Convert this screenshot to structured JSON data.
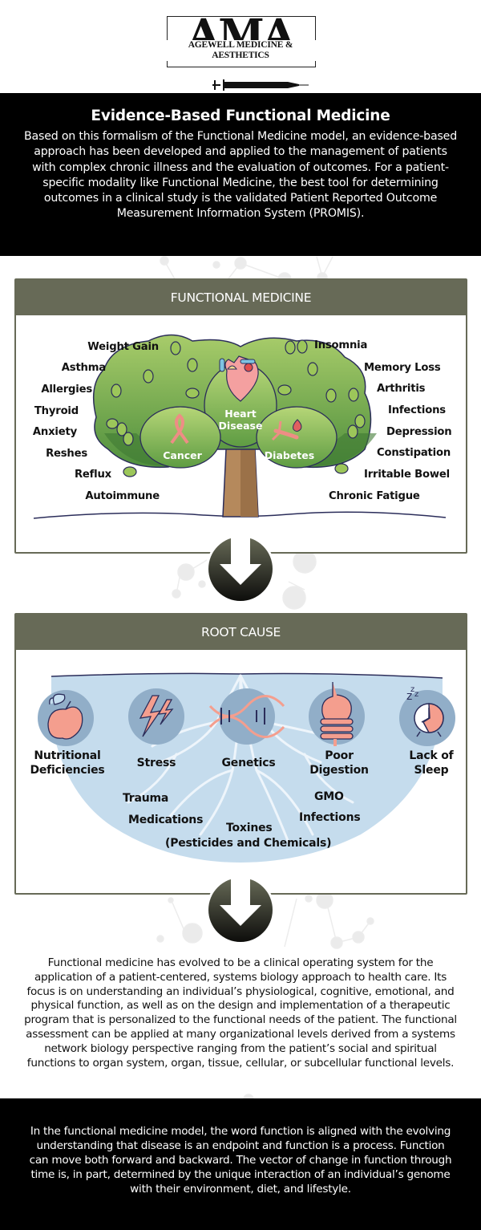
{
  "logo": {
    "letters": "AMA",
    "name": "AGEWELL MEDICINE & AESTHETICS",
    "icon": "syringe-icon"
  },
  "hero": {
    "title": "Evidence-Based Functional Medicine",
    "body": "Based on this formalism of the Functional Medicine model, an evidence-based approach has been developed and applied to the management of patients with complex chronic illness and the evaluation of outcomes. For a patient-specific modality like Functional Medicine, the best tool for determining outcomes in a clinical study is the validated Patient Reported Outcome Measurement Information System (PROMIS)."
  },
  "functional_medicine": {
    "heading": "FUNCTIONAL MEDICINE",
    "tree_labels": {
      "heart": "Heart\nDisease",
      "cancer": "Cancer",
      "diabetes": "Diabetes"
    },
    "left_symptoms": [
      "Weight Gain",
      "Asthma",
      "Allergies",
      "Thyroid",
      "Anxiety",
      "Reshes",
      "Reflux",
      "Autoimmune"
    ],
    "right_symptoms": [
      "Insomnia",
      "Memory Loss",
      "Arthritis",
      "Infections",
      "Depression",
      "Constipation",
      "Irritable Bowel",
      "Chronic Fatigue"
    ]
  },
  "root_cause": {
    "heading": "ROOT CAUSE",
    "causes": [
      {
        "label": "Nutritional\nDeficiencies",
        "icon": "apple-icon"
      },
      {
        "label": "Stress",
        "icon": "lightning-icon"
      },
      {
        "label": "Genetics",
        "icon": "dna-icon"
      },
      {
        "label": "Poor\nDigestion",
        "icon": "stomach-icon"
      },
      {
        "label": "Lack of\nSleep",
        "icon": "alarm-clock-icon"
      }
    ],
    "root_labels": {
      "trauma": "Trauma",
      "medications": "Medications",
      "toxines": "Toxines",
      "toxines_detail": "(Pesticides and Chemicals)",
      "gmo": "GMO",
      "infections": "Infections"
    }
  },
  "arrows": {
    "icon": "arrow-down-icon"
  },
  "body_text": "Functional medicine has evolved to be a clinical operating system for the application of a patient-centered, systems biology approach to health care. Its focus is on understanding an individual’s physiological, cognitive, emotional, and physical function, as well as on the design and implementation of a therapeutic program that is personalized to the functional needs of the patient. The functional assessment can be applied at many organizational levels derived from a systems network biology perspective ranging from the patient’s social and spiritual functions to organ system, organ, tissue, cellular, or subcellular functional levels.",
  "footer_text": "In the functional medicine model, the word function is aligned with the evolving understanding that disease is an endpoint and function is a process. Function can move both forward and backward. The vector of change in function through time is, in part, determined by the unique interaction of an individual’s genome with their environment, diet, and lifestyle.",
  "colors": {
    "panel_header": "#676a57",
    "hero_bg": "#000000",
    "tree_green": "#6aa84f",
    "root_blue": "#c5dced",
    "accent_pink": "#ef8b83"
  }
}
